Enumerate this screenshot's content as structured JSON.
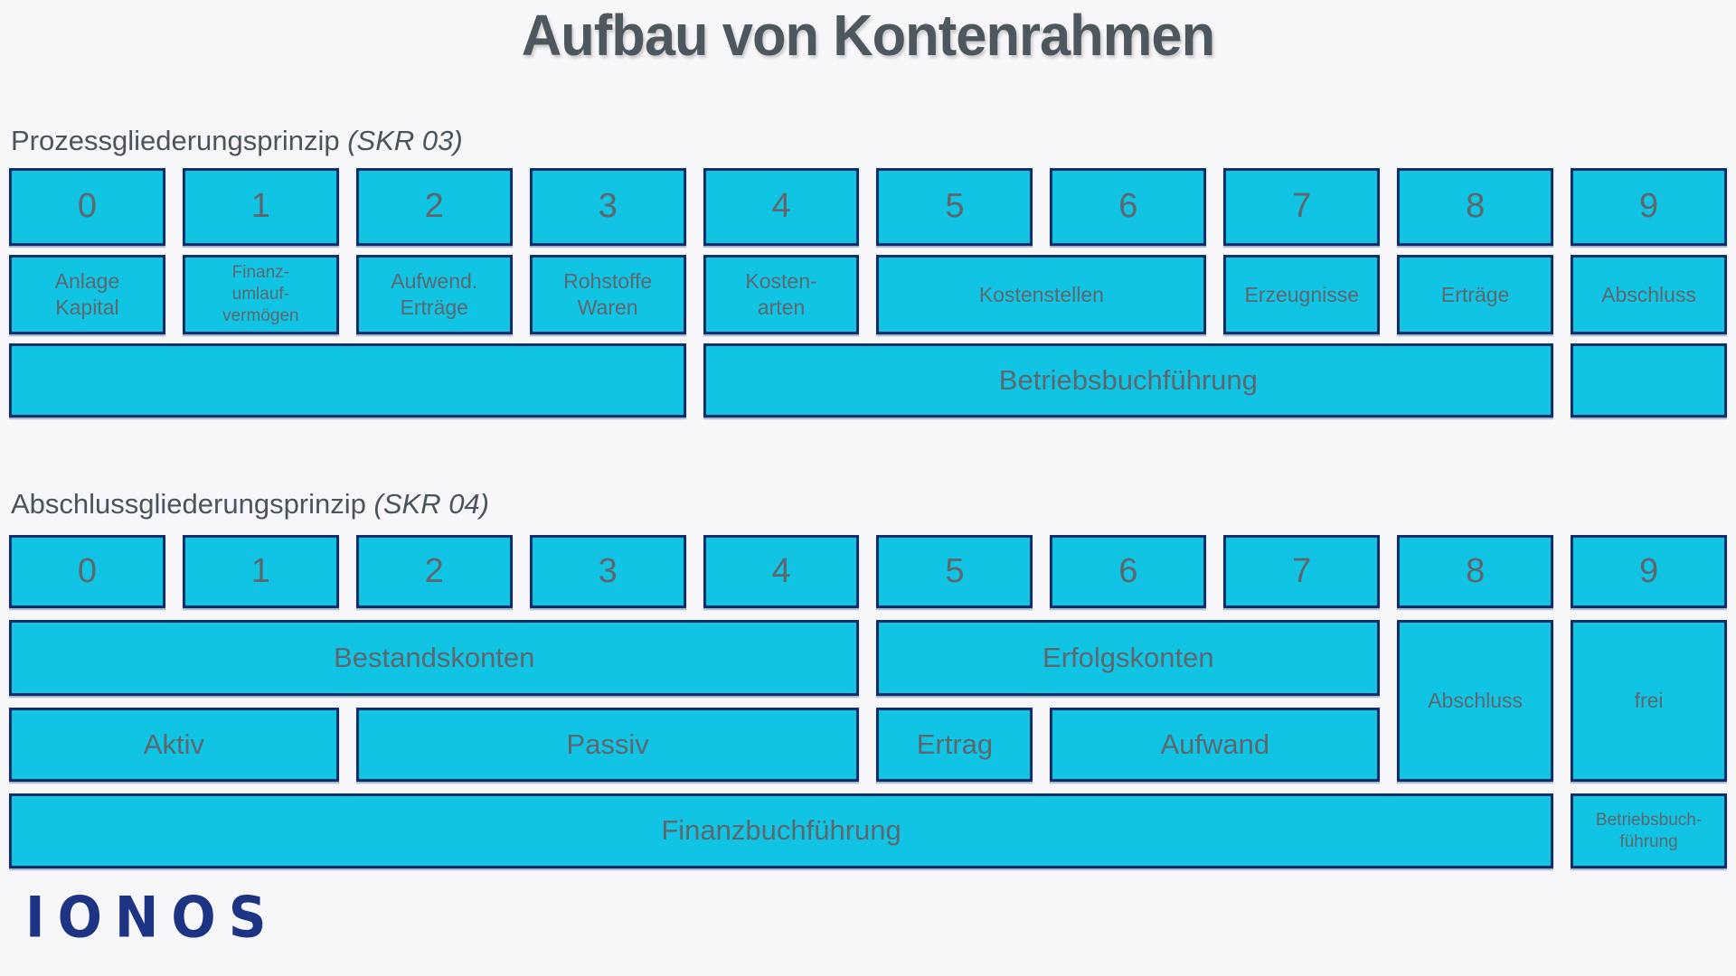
{
  "page": {
    "title": "Aufbau von Kontenrahmen"
  },
  "colors": {
    "background": "#f7f7f9",
    "heading-dark": "#4d575e",
    "heading": "#4a545c",
    "box-fill": "#12c4e4",
    "box-border": "#0f2f68",
    "box-text": "#5c676e",
    "logo": "#1d3383"
  },
  "skr03": {
    "heading": "Prozessgliederungsprinzip",
    "code": "(SKR 03)",
    "digits": [
      "0",
      "1",
      "2",
      "3",
      "4",
      "5",
      "6",
      "7",
      "8",
      "9"
    ],
    "labels": {
      "col0": "Anlage\nKapital",
      "col1": "Finanz-\numlauf-\nvermögen",
      "col2": "Aufwend.\nErträge",
      "col3": "Rohstoffe\nWaren",
      "col4": "Kosten-\narten",
      "col5_6": "Kostenstellen",
      "col7": "Erzeugnisse",
      "col8": "Erträge",
      "col9": "Abschluss"
    },
    "band": {
      "left_empty": "",
      "middle": "Betriebsbuchführung",
      "right_empty": ""
    }
  },
  "skr04": {
    "heading": "Abschlussgliederungsprinzip",
    "code": "(SKR 04)",
    "digits": [
      "0",
      "1",
      "2",
      "3",
      "4",
      "5",
      "6",
      "7",
      "8",
      "9"
    ],
    "groups": {
      "bestandskonten": "Bestandskonten",
      "erfolgskonten": "Erfolgskonten",
      "abschluss": "Abschluss",
      "frei": "frei",
      "aktiv": "Aktiv",
      "passiv": "Passiv",
      "ertrag": "Ertrag",
      "aufwand": "Aufwand",
      "finanzbuchfuehrung": "Finanzbuchführung",
      "betriebsbuchfuehrung": "Betriebsbuch-\nführung"
    }
  },
  "logo": {
    "text": "IONOS"
  }
}
